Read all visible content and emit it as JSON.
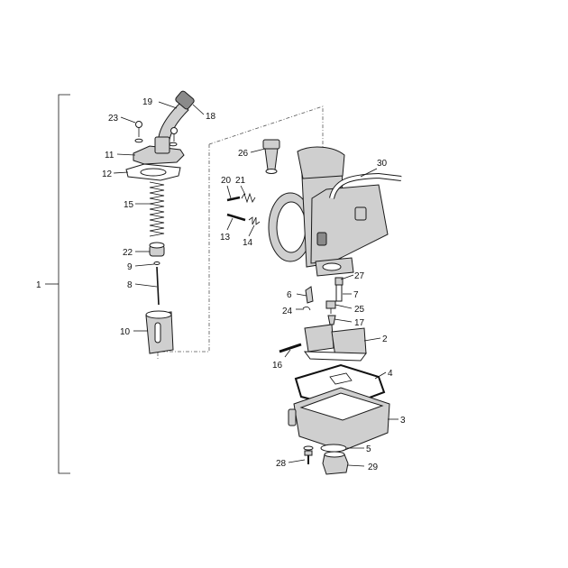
{
  "diagram": {
    "labels": [
      {
        "key": "1",
        "text": "1"
      },
      {
        "key": "2",
        "text": "2"
      },
      {
        "key": "3",
        "text": "3"
      },
      {
        "key": "4",
        "text": "4"
      },
      {
        "key": "5",
        "text": "5"
      },
      {
        "key": "6",
        "text": "6"
      },
      {
        "key": "7",
        "text": "7"
      },
      {
        "key": "8",
        "text": "8"
      },
      {
        "key": "9",
        "text": "9"
      },
      {
        "key": "10",
        "text": "10"
      },
      {
        "key": "11",
        "text": "11"
      },
      {
        "key": "12",
        "text": "12"
      },
      {
        "key": "13",
        "text": "13"
      },
      {
        "key": "14",
        "text": "14"
      },
      {
        "key": "15",
        "text": "15"
      },
      {
        "key": "16",
        "text": "16"
      },
      {
        "key": "17",
        "text": "17"
      },
      {
        "key": "18",
        "text": "18"
      },
      {
        "key": "19",
        "text": "19"
      },
      {
        "key": "20",
        "text": "20"
      },
      {
        "key": "21",
        "text": "21"
      },
      {
        "key": "22",
        "text": "22"
      },
      {
        "key": "23",
        "text": "23"
      },
      {
        "key": "24",
        "text": "24"
      },
      {
        "key": "25",
        "text": "25"
      },
      {
        "key": "26",
        "text": "26"
      },
      {
        "key": "27",
        "text": "27"
      },
      {
        "key": "28",
        "text": "28"
      },
      {
        "key": "29",
        "text": "29"
      },
      {
        "key": "30",
        "text": "30"
      }
    ],
    "colors": {
      "line": "#111111",
      "part_fill": "#cfcfcf",
      "dark_fill": "#8a8a8a"
    }
  }
}
